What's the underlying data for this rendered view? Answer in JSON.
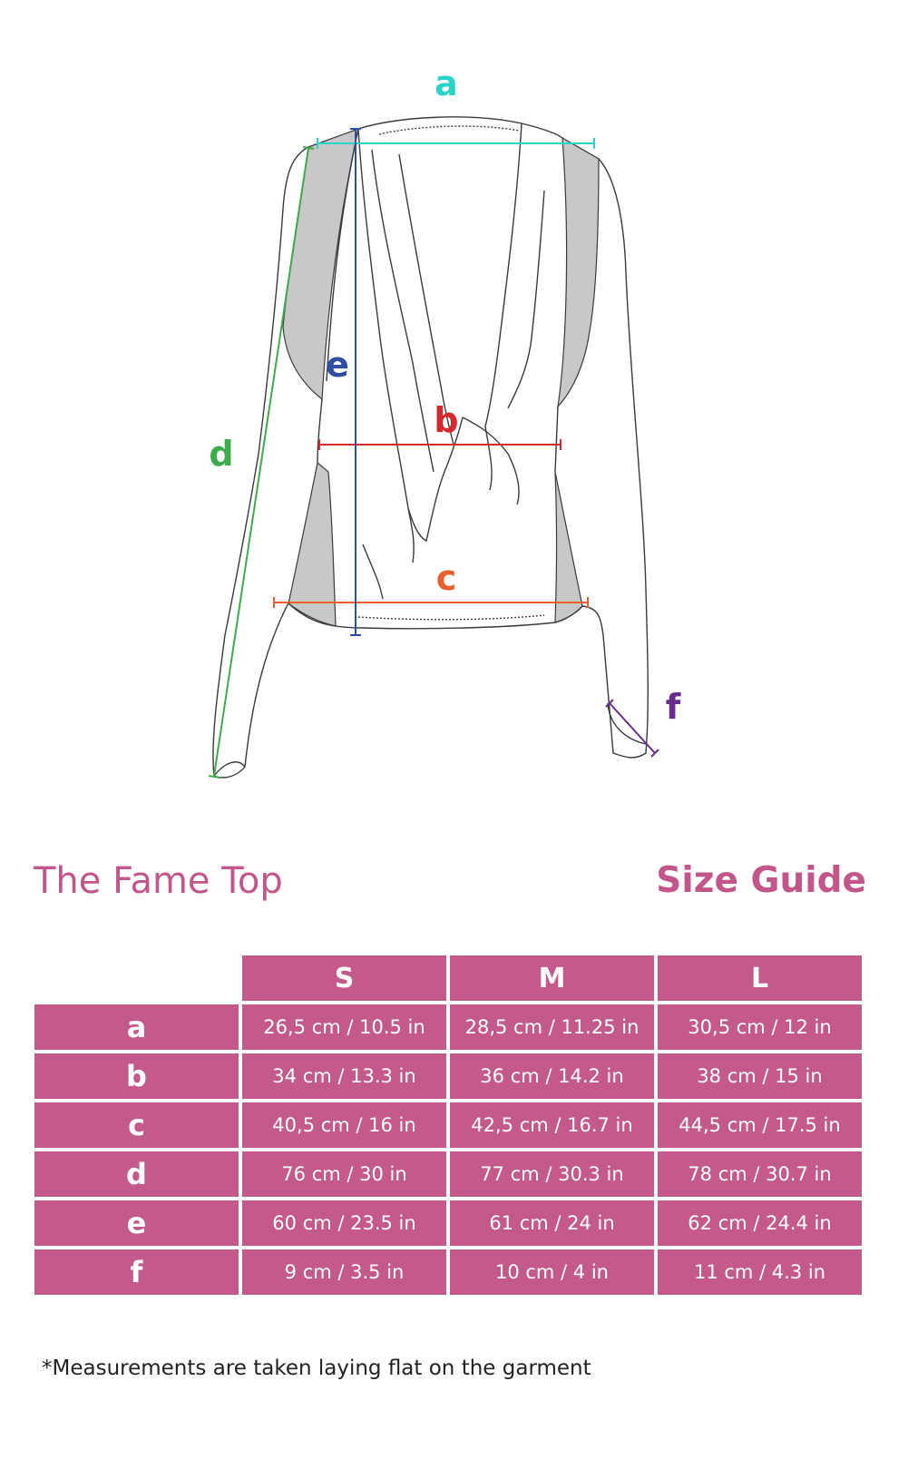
{
  "diagram": {
    "labels": {
      "a": "a",
      "b": "b",
      "c": "c",
      "d": "d",
      "e": "e",
      "f": "f"
    },
    "colors": {
      "a": "#2ad4c8",
      "b": "#d42a2f",
      "c": "#e8602c",
      "d": "#3cac4a",
      "e": "#2f4fa0",
      "f": "#6a2c8c",
      "outline": "#3a3a3a",
      "panel": "#c8c8c8"
    }
  },
  "header": {
    "title": "The Fame Top",
    "subtitle": "Size Guide"
  },
  "table": {
    "sizes": [
      "S",
      "M",
      "L"
    ],
    "rows": [
      {
        "label": "a",
        "values": [
          "26,5 cm / 10.5 in",
          "28,5 cm / 11.25 in",
          "30,5 cm / 12 in"
        ]
      },
      {
        "label": "b",
        "values": [
          "34 cm / 13.3 in",
          "36 cm / 14.2 in",
          "38 cm / 15 in"
        ]
      },
      {
        "label": "c",
        "values": [
          "40,5 cm / 16 in",
          "42,5 cm / 16.7 in",
          "44,5 cm / 17.5 in"
        ]
      },
      {
        "label": "d",
        "values": [
          "76 cm / 30 in",
          "77 cm / 30.3 in",
          "78 cm / 30.7 in"
        ]
      },
      {
        "label": "e",
        "values": [
          "60 cm / 23.5 in",
          "61 cm / 24 in",
          "62 cm / 24.4 in"
        ]
      },
      {
        "label": "f",
        "values": [
          "9 cm / 3.5 in",
          "10 cm / 4 in",
          "11 cm / 4.3 in"
        ]
      }
    ],
    "header_color": "#c45a8c",
    "title_color": "#c2568a"
  },
  "footer": {
    "note": "*Measurements are taken laying flat on the garment"
  }
}
